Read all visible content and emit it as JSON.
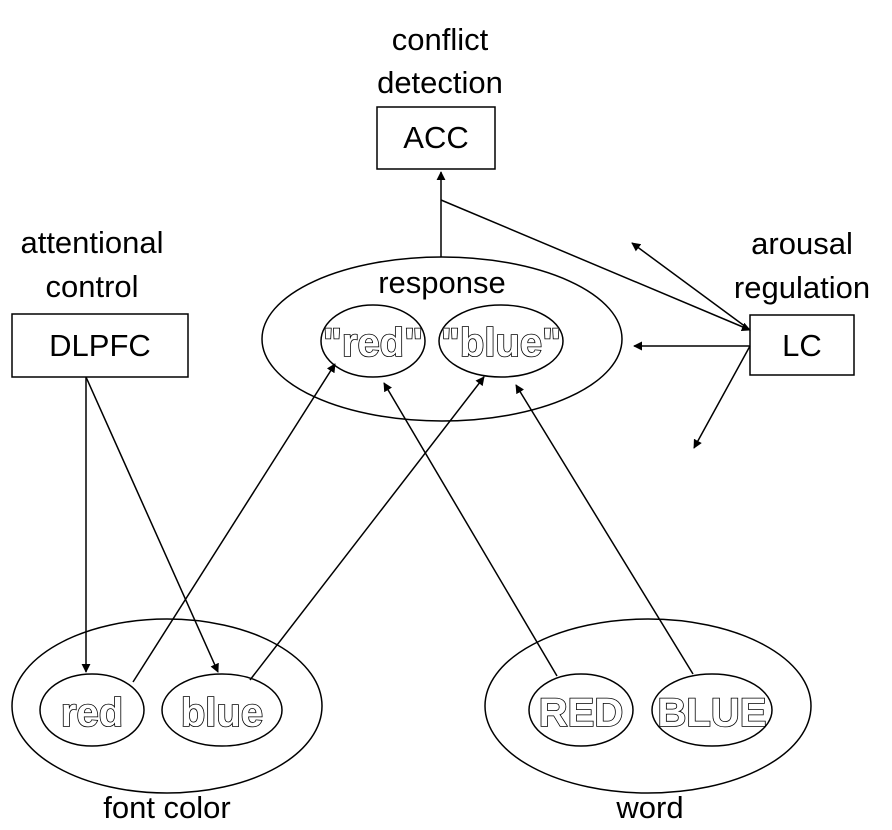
{
  "nodes": {
    "acc": {
      "label": "conflict\ndetection",
      "box": "ACC"
    },
    "dlpfc": {
      "label": "attentional\ncontrol",
      "box": "DLPFC"
    },
    "lc": {
      "label": "arousal\nregulation",
      "box": "LC"
    },
    "response": {
      "label": "response",
      "items": [
        "\"red\"",
        "\"blue\""
      ]
    },
    "font_color": {
      "label": "font color",
      "items": [
        "red",
        "blue"
      ]
    },
    "word": {
      "label": "word",
      "items": [
        "RED",
        "BLUE"
      ]
    }
  }
}
